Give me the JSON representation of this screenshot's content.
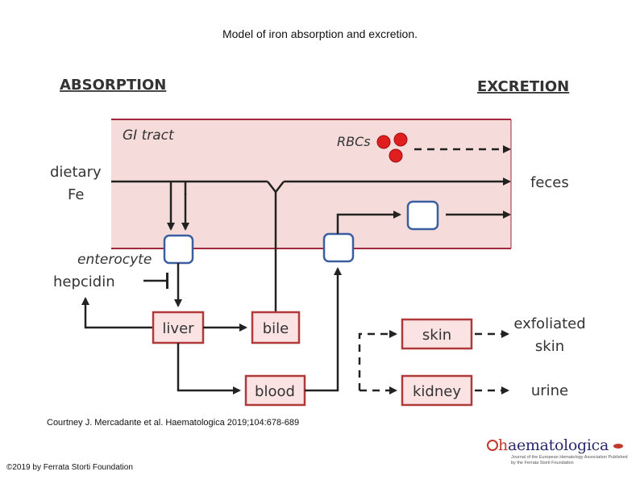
{
  "title": "Model of iron absorption and excretion.",
  "diagram": {
    "absorption_heading": "ABSORPTION",
    "excretion_heading": "EXCRETION",
    "gi_tract_label": "GI tract",
    "rbcs_label": "RBCs",
    "dietary_label_line1": "dietary",
    "dietary_label_line2": "Fe",
    "feces_label": "feces",
    "enterocyte_label": "enterocyte",
    "hepcidin_label": "hepcidin",
    "liver_label": "liver",
    "bile_label": "bile",
    "blood_label": "blood",
    "skin_label": "skin",
    "kidney_label": "kidney",
    "exfoliated_label_line1": "exfoliated",
    "exfoliated_label_line2": "skin",
    "urine_label": "urine",
    "colors": {
      "gi_band": "#f5dcda",
      "gi_border": "#9e2a3b",
      "organ_border": "#b03a3a",
      "organ_fill": "#fbe3e3",
      "cell_border": "#3a5fa0",
      "rbc": "#e01e1e",
      "line": "#222222"
    }
  },
  "citation": "Courtney J. Mercadante et al. Haematologica 2019;104:678-689",
  "copyright": "©2019 by Ferrata Storti Foundation",
  "logo": {
    "name_prefix": "h",
    "name_rest": "aematologica",
    "subtitle": "Journal of the European Hematology Association Published by the Ferrata Storti Foundation"
  }
}
